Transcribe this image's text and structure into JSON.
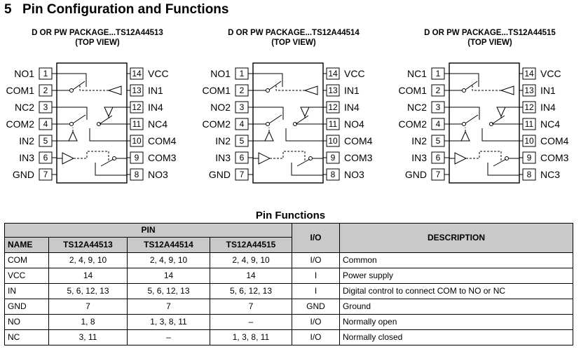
{
  "section": {
    "number": "5",
    "title": "Pin Configuration and Functions"
  },
  "packages": [
    {
      "title": "D OR PW PACKAGE...TS12A44513",
      "view": "(TOP VIEW)",
      "left_pins": [
        "NO1",
        "COM1",
        "NC2",
        "COM2",
        "IN2",
        "IN3",
        "GND"
      ],
      "right_pins": [
        "VCC",
        "IN1",
        "IN4",
        "NC4",
        "COM4",
        "COM3",
        "NO3"
      ]
    },
    {
      "title": "D OR PW PACKAGE...TS12A44514",
      "view": "(TOP VIEW)",
      "left_pins": [
        "NO1",
        "COM1",
        "NO2",
        "COM2",
        "IN2",
        "IN3",
        "GND"
      ],
      "right_pins": [
        "VCC",
        "IN1",
        "IN4",
        "NO4",
        "COM4",
        "COM3",
        "NO3"
      ]
    },
    {
      "title": "D OR PW PACKAGE...TS12A44515",
      "view": "(TOP VIEW)",
      "left_pins": [
        "NC1",
        "COM1",
        "NC2",
        "COM2",
        "IN2",
        "IN3",
        "GND"
      ],
      "right_pins": [
        "VCC",
        "IN1",
        "IN4",
        "NC4",
        "COM4",
        "COM3",
        "NC3"
      ]
    }
  ],
  "left_pin_numbers": [
    "1",
    "2",
    "3",
    "4",
    "5",
    "6",
    "7"
  ],
  "right_pin_numbers": [
    "14",
    "13",
    "12",
    "11",
    "10",
    "9",
    "8"
  ],
  "table": {
    "title": "Pin Functions",
    "header_group": "PIN",
    "header_io": "I/O",
    "header_description": "DESCRIPTION",
    "columns": [
      "NAME",
      "TS12A44513",
      "TS12A44514",
      "TS12A44515"
    ],
    "rows": [
      [
        "COM",
        "2, 4, 9, 10",
        "2, 4, 9, 10",
        "2, 4, 9, 10",
        "I/O",
        "Common"
      ],
      [
        "VCC",
        "14",
        "14",
        "14",
        "I",
        "Power supply"
      ],
      [
        "IN",
        "5, 6, 12, 13",
        "5, 6, 12, 13",
        "5, 6, 12, 13",
        "I",
        "Digital control to connect COM to NO or NC"
      ],
      [
        "GND",
        "7",
        "7",
        "7",
        "GND",
        "Ground"
      ],
      [
        "NO",
        "1, 8",
        "1, 3, 8, 11",
        "–",
        "I/O",
        "Normally open"
      ],
      [
        "NC",
        "3, 11",
        "–",
        "1, 3, 8, 11",
        "I/O",
        "Normally closed"
      ]
    ]
  }
}
